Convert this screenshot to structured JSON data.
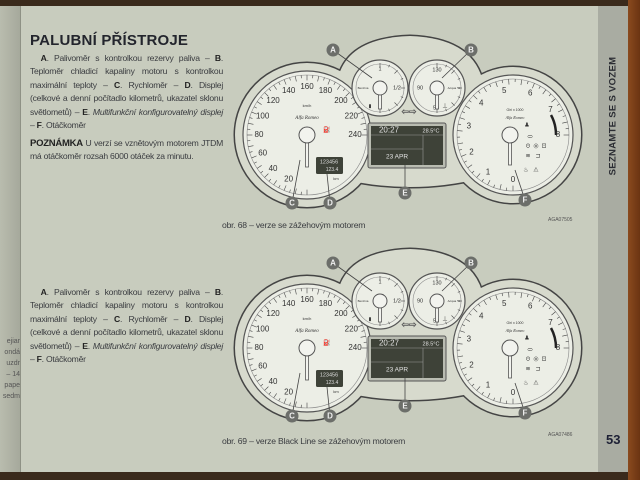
{
  "section_tab": "SEZNAMTE SE S VOZEM",
  "page_number": "53",
  "title": "PALUBNÍ PŘÍSTROJE",
  "legend": [
    {
      "key": "A",
      "text": "Palivoměr s kontrolkou rezervy paliva"
    },
    {
      "key": "B",
      "text": "Teploměr chladicí kapaliny motoru s kontrolkou maximální teploty"
    },
    {
      "key": "C",
      "text": "Rychloměr"
    },
    {
      "key": "D",
      "text": "Displej (celkové a denní počítadlo kilometrů, ukazatel sklonu světlometů)"
    },
    {
      "key": "E",
      "text": "Multifunkční konfigurovatelný displej"
    },
    {
      "key": "F",
      "text": "Otáčkoměr"
    }
  ],
  "note": {
    "label": "POZNÁMKA",
    "text": "U verzí se vznětovým motorem JTDM má otáčkoměr rozsah 6000 otáček za minutu."
  },
  "figures": [
    {
      "caption": "obr. 68 – verze se zážehovým motorem",
      "code": "AGA07505"
    },
    {
      "caption": "obr. 69 – verze Black Line se zážehovým motorem",
      "code": "AGA07486"
    }
  ],
  "cluster": {
    "speedo_labels": [
      "20",
      "40",
      "60",
      "80",
      "100",
      "120",
      "140",
      "160",
      "180",
      "200",
      "220",
      "240"
    ],
    "speed_unit": "km/h",
    "brand": "Alfa Romeo",
    "tach_labels": [
      "0",
      "1",
      "2",
      "3",
      "4",
      "5",
      "6",
      "7",
      "8"
    ],
    "tach_unit": "Giri x 1000",
    "fuel_labels": {
      "full": "1",
      "half": "1/2",
      "name": "Benzina"
    },
    "temp_labels": {
      "top": "130",
      "left": "90",
      "bottom": "50",
      "name": "Acqua °C"
    },
    "odometer": "123456",
    "trip": "123.4",
    "odo_unit": "km",
    "time": "20:27",
    "temperature": "28.5°C",
    "date": "23 APR"
  },
  "left_page_fragments": [
    "ejiar",
    "ondá",
    "uzdr",
    "– 14",
    "pape",
    "sedm"
  ],
  "colors": {
    "page": "#c8ccbe",
    "cluster": "#d7dacd",
    "display": "#3e4238",
    "callout": "#6c6e6a"
  }
}
